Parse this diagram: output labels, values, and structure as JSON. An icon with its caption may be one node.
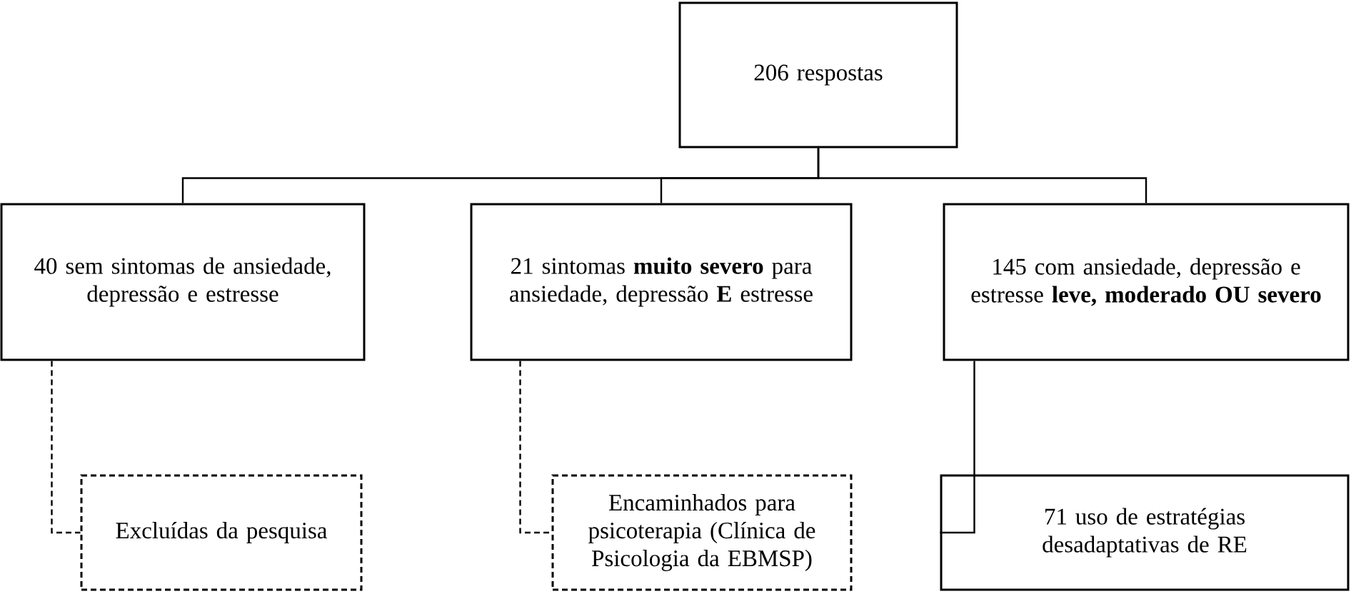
{
  "diagram": {
    "nodes": [
      {
        "text": [
          "206 respostas"
        ]
      },
      {
        "text": [
          "40 sem sintomas de ansiedade, depressão e estresse"
        ]
      },
      {
        "text": [
          "21 sintomas **muito severo** para ansiedade, depressão **E** estresse"
        ]
      },
      {
        "text": [
          "145 com ansiedade, depressão e estresse **leve, moderado OU severo**"
        ]
      },
      {
        "text": [
          "Excluídas da pesquisa"
        ]
      },
      {
        "text": [
          "Encaminhados para psicoterapia (Clínica de Psicologia da EBMSP)"
        ]
      },
      {
        "text": [
          "71 uso de estratégias desadaptativas de RE"
        ]
      }
    ],
    "edges": [
      {
        "from": 0,
        "to": 1,
        "arrow": "none"
      },
      {
        "from": 0,
        "to": 2,
        "arrow": "none"
      },
      {
        "from": 0,
        "to": 3,
        "arrow": "none"
      },
      {
        "from": 1,
        "to": 4,
        "arrow": "none",
        "style": "dashed"
      },
      {
        "from": 2,
        "to": 5,
        "arrow": "none",
        "style": "dashed"
      },
      {
        "from": 3,
        "to": 6,
        "arrow": "none"
      }
    ]
  }
}
